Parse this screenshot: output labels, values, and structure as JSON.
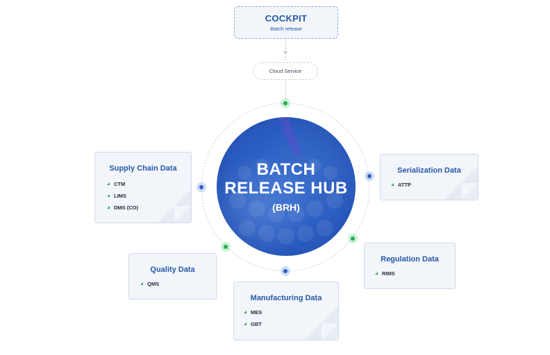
{
  "cockpit": {
    "title": "COCKPIT",
    "subtitle": "Batch release"
  },
  "cloud": {
    "label": "Cloud Service"
  },
  "hub": {
    "line1": "BATCH",
    "line2": "RELEASE HUB",
    "line3": "(BRH)"
  },
  "cards": {
    "supply_chain": {
      "title": "Supply Chain Data",
      "items": [
        "CTM",
        "LIMS",
        "DMS (CO)"
      ]
    },
    "serialization": {
      "title": "Serialization Data",
      "items": [
        "ATTP"
      ]
    },
    "quality": {
      "title": "Quality Data",
      "items": [
        "QMS"
      ]
    },
    "regulation": {
      "title": "Regulation Data",
      "items": [
        "RIMS"
      ]
    },
    "manufacturing": {
      "title": "Manufacturing Data",
      "items": [
        "MES",
        "GBT"
      ]
    }
  },
  "colors": {
    "accent": "#2757a8",
    "hub_blue": "#2a5cc0",
    "node_green": "#27ae4f",
    "node_blue": "#2d5fc4",
    "card_bg": "#f2f5fa",
    "card_border": "#d2dae6"
  },
  "icons": [
    "green-node-icon",
    "blue-node-icon",
    "bullet-triangle-icon",
    "corner-pattern-icon"
  ]
}
